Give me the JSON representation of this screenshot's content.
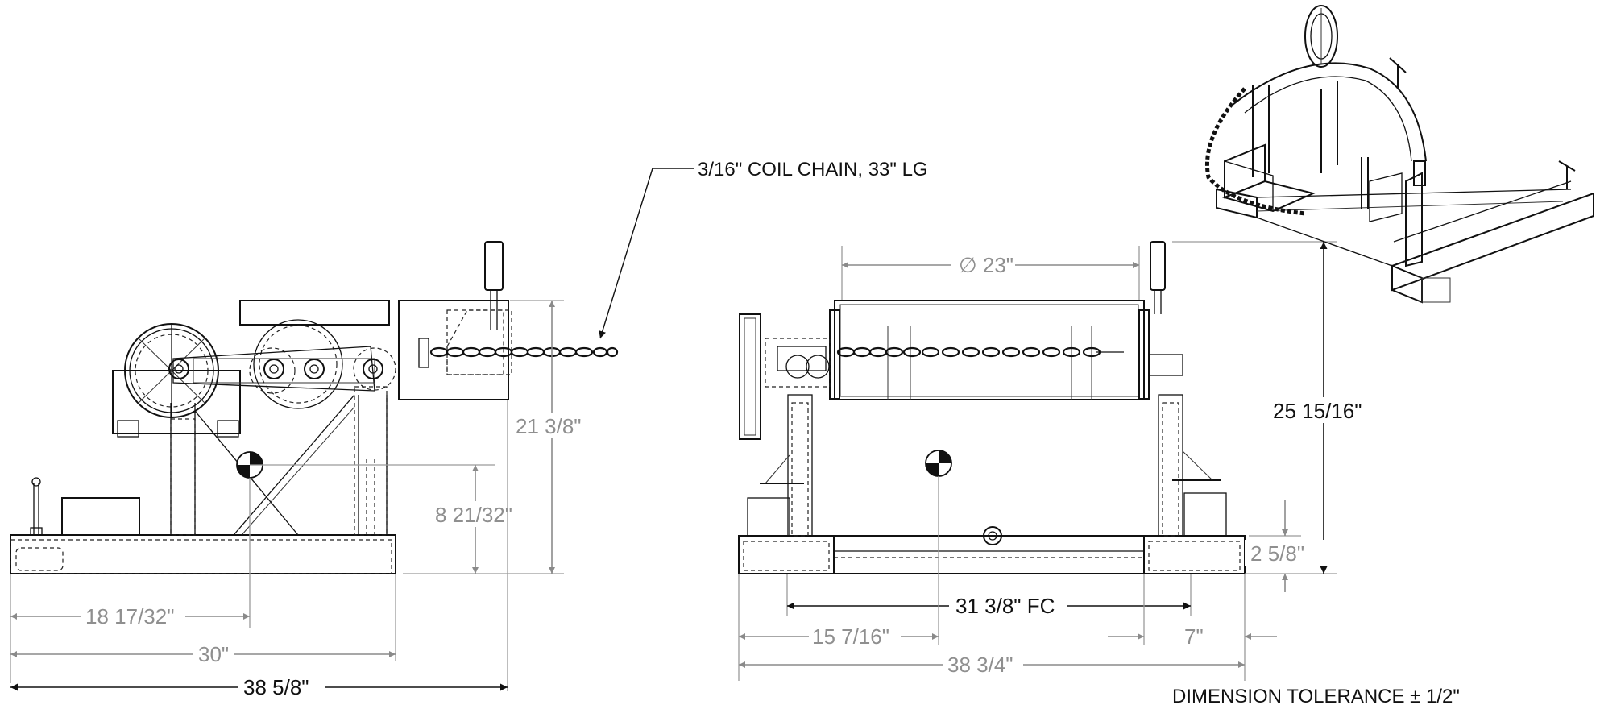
{
  "callouts": {
    "chain": "3/16\" COIL CHAIN, 33\" LG",
    "tolerance": "DIMENSION TOLERANCE ± 1/2\""
  },
  "side_view": {
    "dim_height_total": "21 3/8\"",
    "dim_cog_height": "8 21/32\"",
    "dim_cog_x": "18 17/32\"",
    "dim_base": "30\"",
    "dim_overall": "38 5/8\""
  },
  "front_view": {
    "dim_drum_dia": "∅ 23\"",
    "dim_height_total": "25 15/16\"",
    "dim_base_height": "2 5/8\"",
    "dim_fork_centers": "31 3/8\" FC",
    "dim_cog_x": "15 7/16\"",
    "dim_fork_width": "7\"",
    "dim_overall": "38 3/4\""
  }
}
